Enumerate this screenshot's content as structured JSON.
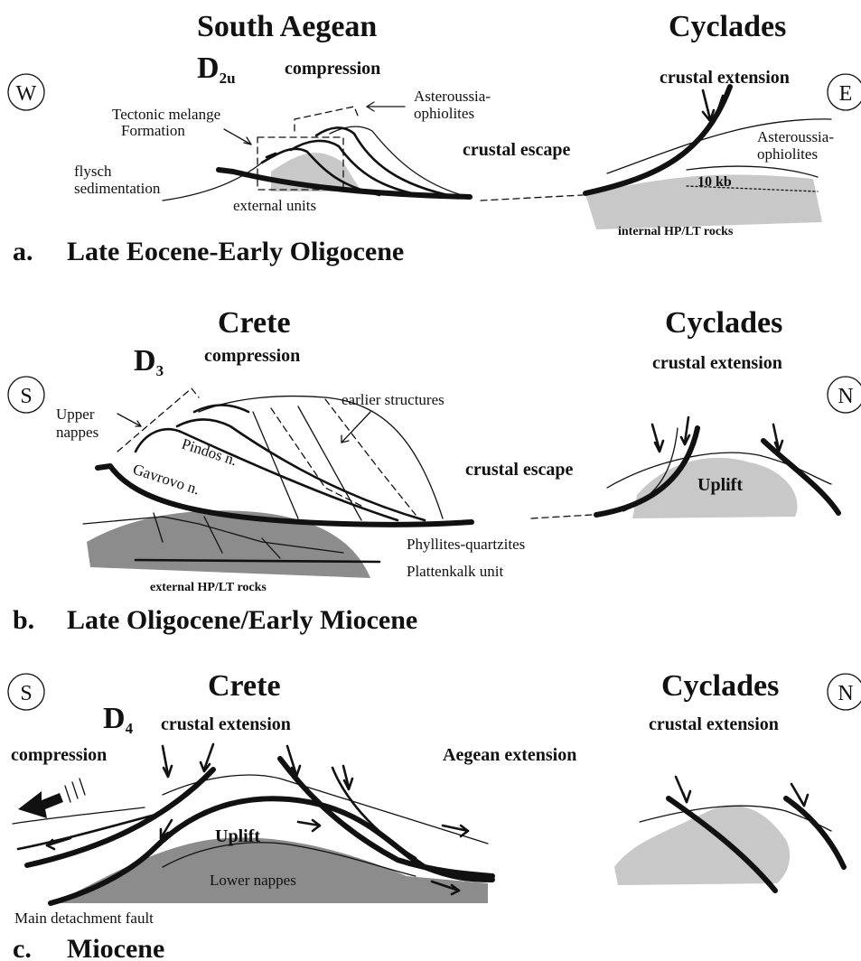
{
  "panel_a": {
    "title_left": "South Aegean",
    "title_right": "Cyclades",
    "deformation": "D",
    "deformation_sub": "2u",
    "compass_left": "W",
    "compass_right": "E",
    "compression": "compression",
    "asteroussia_1": "Asteroussia-",
    "asteroussia_2": "ophiolites",
    "melange_1": "Tectonic melange",
    "melange_2": "Formation",
    "flysch_1": "flysch",
    "flysch_2": "sedimentation",
    "external_units": "external units",
    "crustal_escape": "crustal escape",
    "crustal_extension": "crustal extension",
    "right_asteroussia_1": "Asteroussia-",
    "right_asteroussia_2": "ophiolites",
    "pressure": "10 kb",
    "internal_rocks": "internal HP/LT rocks",
    "caption_letter": "a.",
    "caption_text": "Late Eocene-Early Oligocene"
  },
  "panel_b": {
    "title_left": "Crete",
    "title_right": "Cyclades",
    "deformation": "D",
    "deformation_sub": "3",
    "compass_left": "S",
    "compass_right": "N",
    "compression": "compression",
    "crustal_extension": "crustal extension",
    "upper_nappes_1": "Upper",
    "upper_nappes_2": "nappes",
    "earlier_structures": "earlier structures",
    "pindos": "Pindos n.",
    "gavrovo": "Gavrovo n.",
    "crustal_escape": "crustal escape",
    "uplift": "Uplift",
    "phyllites": "Phyllites-quartzites",
    "plattenkalk": "Plattenkalk unit",
    "external_rocks": "external HP/LT rocks",
    "caption_letter": "b.",
    "caption_text": "Late Oligocene/Early Miocene"
  },
  "panel_c": {
    "title_left": "Crete",
    "title_right": "Cyclades",
    "deformation": "D",
    "deformation_sub": "4",
    "compass_left": "S",
    "compass_right": "N",
    "crustal_extension_left": "crustal extension",
    "crustal_extension_right": "crustal extension",
    "compression": "compression",
    "aegean_extension": "Aegean extension",
    "uplift": "Uplift",
    "lower_nappes": "Lower nappes",
    "detachment": "Main detachment fault",
    "caption_letter": "c.",
    "caption_text": "Miocene"
  },
  "colors": {
    "ink": "#111111",
    "light_gray": "#c8c8c8",
    "dark_gray": "#8c8c8c",
    "background": "#ffffff"
  }
}
